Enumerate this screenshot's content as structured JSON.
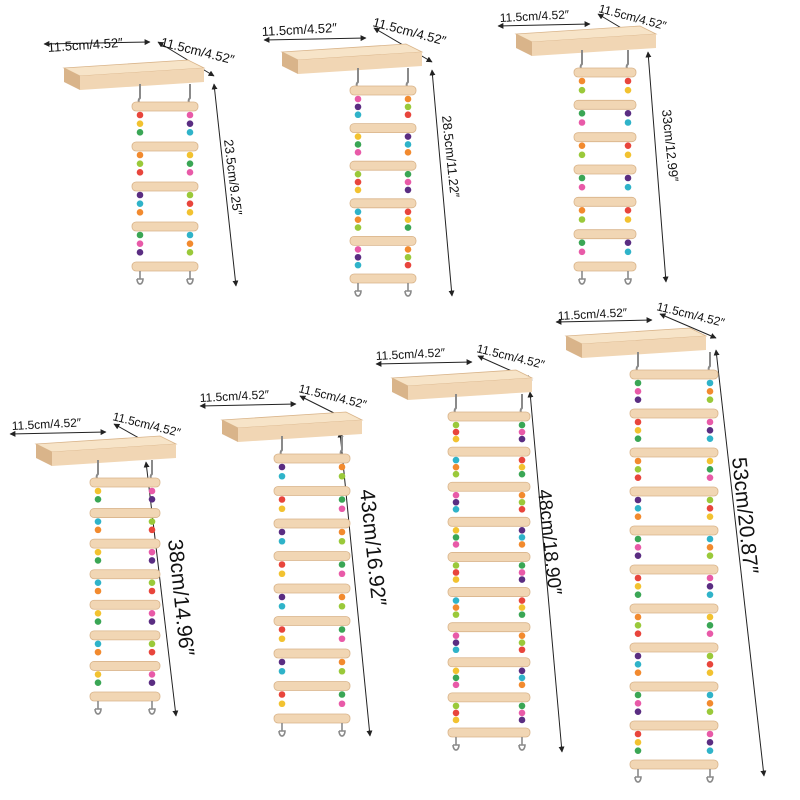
{
  "products": [
    {
      "width_label": "11.5cm/4.52″",
      "depth_label": "11.5cm/4.52″",
      "height_label": "23.5cm/9.25″",
      "rungs": 4
    },
    {
      "width_label": "11.5cm/4.52″",
      "depth_label": "11.5cm/4.52″",
      "height_label": "28.5cm/11.22″",
      "rungs": 5
    },
    {
      "width_label": "11.5cm/4.52″",
      "depth_label": "11.5cm/4.52″",
      "height_label": "33cm/12.99″",
      "rungs": 6
    },
    {
      "width_label": "11.5cm/4.52″",
      "depth_label": "11.5cm/4.52″",
      "height_label": "38cm/14.96″",
      "rungs": 7
    },
    {
      "width_label": "11.5cm/4.52″",
      "depth_label": "11.5cm/4.52″",
      "height_label": "43cm/16.92″",
      "rungs": 8
    },
    {
      "width_label": "11.5cm/4.52″",
      "depth_label": "11.5cm/4.52″",
      "height_label": "48cm/18.90″",
      "rungs": 9
    },
    {
      "width_label": "11.5cm/4.52″",
      "depth_label": "11.5cm/4.52″",
      "height_label": "53cm/20.87″",
      "rungs": 10
    }
  ],
  "colors": {
    "wood": "#f1d6b4",
    "wood_dark": "#d9b48a",
    "metal": "#8a8a8a",
    "line": "#222222",
    "beads": [
      "#e8453c",
      "#f2c230",
      "#3aa655",
      "#e85aa8",
      "#5a2d82",
      "#2fb3c9",
      "#f28a2e",
      "#9ac93a"
    ]
  }
}
